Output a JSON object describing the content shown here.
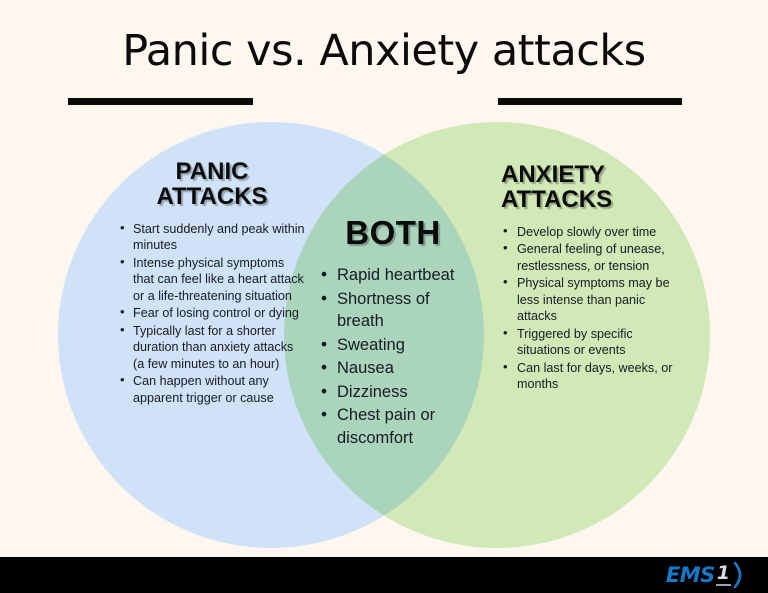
{
  "page": {
    "background_color": "#fdf7ef",
    "title": "Panic vs. Anxiety attacks"
  },
  "venn": {
    "left": {
      "heading": "PANIC\nATTACKS",
      "heading_line1": "PANIC",
      "heading_line2": "ATTACKS",
      "fill_color": "#cfe2f8",
      "bullets": [
        "Start suddenly and peak within minutes",
        "Intense physical symptoms that can feel like a heart attack or a life-threatening situation",
        "Fear of losing control or dying",
        "Typically last for a shorter duration than anxiety attacks (a few minutes to an hour)",
        "Can happen without any apparent trigger or cause"
      ]
    },
    "center": {
      "heading": "BOTH",
      "fill_color": "#ddf7f2",
      "bullets": [
        "Rapid heartbeat",
        "Shortness of breath",
        "Sweating",
        "Nausea",
        "Dizziness",
        "Chest pain or discomfort"
      ]
    },
    "right": {
      "heading_line1": "ANXIETY",
      "heading_line2": "ATTACKS",
      "fill_color": "#d3f0c3",
      "bullets": [
        "Develop slowly over time",
        "General feeling of unease, restlessness, or tension",
        "Physical symptoms may be less intense than panic attacks",
        "Triggered by specific situations or events",
        "Can last for days, weeks, or months"
      ]
    }
  },
  "footer": {
    "background_color": "#000000",
    "logo": {
      "brand": "EMS",
      "number": "1",
      "brand_color": "#1878c8",
      "number_color": "#d8dce0"
    }
  }
}
